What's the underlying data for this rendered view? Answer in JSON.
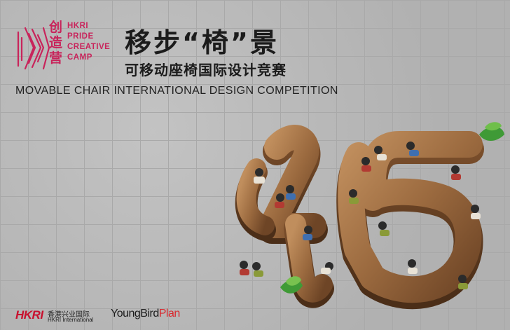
{
  "brand": {
    "logo_cn": [
      "创",
      "造",
      "营"
    ],
    "logo_en": [
      "HKRI",
      "PRIDE",
      "CREATIVE",
      "CAMP"
    ],
    "accent_color": "#c8245b"
  },
  "header": {
    "title_cn": "移步“椅”景",
    "subtitle_cn": "可移动座椅国际设计竞赛",
    "title_en": "MOVABLE CHAIR INTERNATIONAL DESIGN COMPETITION"
  },
  "artwork": {
    "shape_text": "45",
    "icon": "curved-bench-with-people"
  },
  "footer": {
    "sponsor_logo": "HKRI",
    "sponsor_cn": "香港兴业国际",
    "sponsor_en": "HKRI International",
    "partner_a": "YoungBird",
    "partner_b": "Plan",
    "partner_color": "#d8282e"
  }
}
